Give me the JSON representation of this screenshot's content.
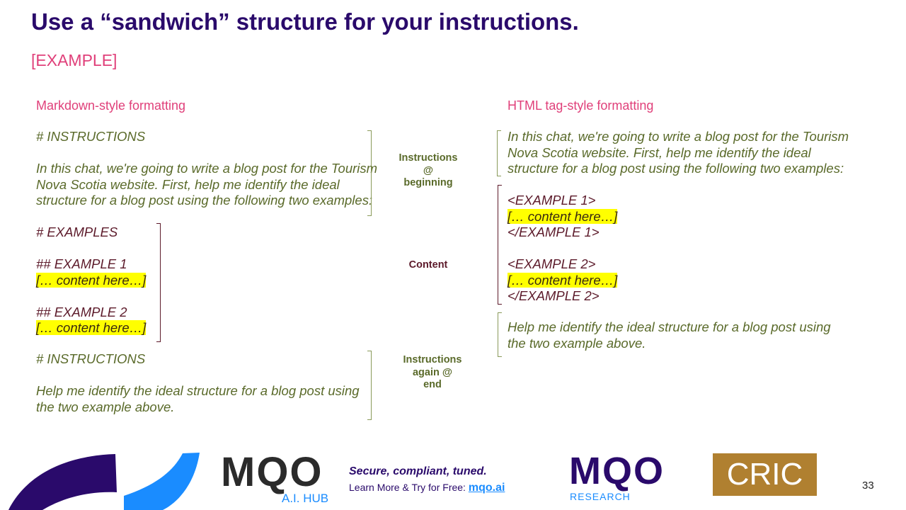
{
  "title": "Use a “sandwich” structure for your instructions.",
  "example_tag": "[EXAMPLE]",
  "left": {
    "heading": "Markdown-style formatting",
    "instr_header": "# INSTRUCTIONS",
    "instr_lines": [
      "In this chat, we're going to write a blog post for the Tourism",
      "Nova Scotia website. First, help me identify the ideal",
      "structure for a blog post using the following two examples:"
    ],
    "examples_header": "# EXAMPLES",
    "ex1_header": "## EXAMPLE 1",
    "ex1_content": "[… content here…]",
    "ex2_header": "## EXAMPLE 2",
    "ex2_content": "[… content here…]",
    "end_header": "# INSTRUCTIONS",
    "end_lines": [
      "Help me identify the ideal structure for a blog post using",
      "the two example above."
    ]
  },
  "labels": {
    "beginning": [
      "Instructions",
      "@",
      "beginning"
    ],
    "content": "Content",
    "end": [
      "Instructions",
      "again @",
      "end"
    ]
  },
  "right": {
    "heading": "HTML tag-style formatting",
    "instr_lines": [
      "In this chat, we're going to write a blog post for the Tourism",
      "Nova Scotia website. First, help me identify the ideal",
      "structure for a blog post using the following two examples:"
    ],
    "ex1_open": "<EXAMPLE 1>",
    "ex1_content": "[… content here…]",
    "ex1_close": "</EXAMPLE 1>",
    "ex2_open": "<EXAMPLE 2>",
    "ex2_content": "[… content here…]",
    "ex2_close": "</EXAMPLE 2>",
    "end_lines": [
      "Help me identify the ideal structure for a blog post using",
      "the two example above."
    ]
  },
  "footer": {
    "tagline": "Secure, compliant, tuned.",
    "learn": "Learn More & Try for Free: ",
    "link": "mqo.ai",
    "logo1": "MQO",
    "logo1_sub": "A.I. HUB",
    "logo2": "MQO",
    "logo2_sub": "RESEARCH",
    "logo3": "CRIC",
    "page": "33"
  }
}
